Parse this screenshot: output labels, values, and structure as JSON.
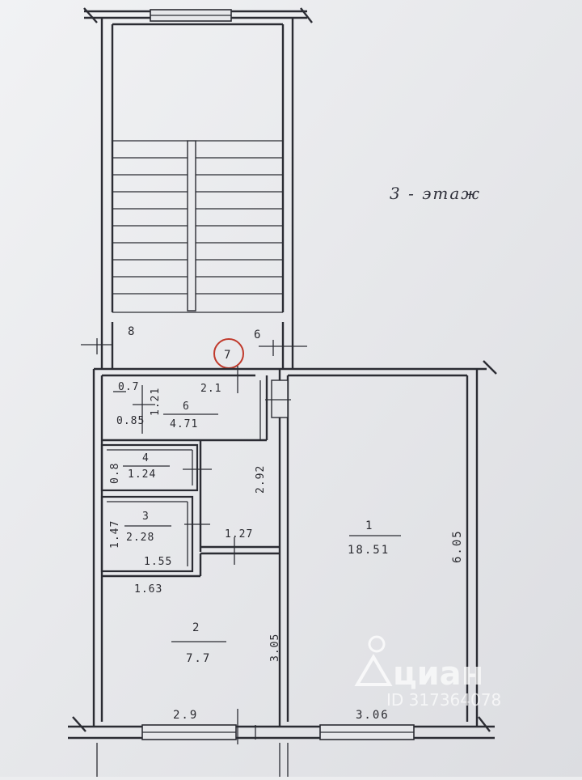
{
  "floor_label": "3 - этаж",
  "stairs": {
    "label_left": "8",
    "label_right": "6"
  },
  "entry_mark": "7",
  "rooms": [
    {
      "num": "1",
      "area": "18.51"
    },
    {
      "num": "2",
      "area": "7.7"
    },
    {
      "num": "3",
      "area": "2.28"
    },
    {
      "num": "4",
      "area": "1.24"
    },
    {
      "num": "6",
      "area": "4.71"
    }
  ],
  "dimensions": {
    "corridor_top": "2.1",
    "corridor_side": "2.92",
    "small_a": "0.7",
    "small_b": "1.21",
    "small_c": "0.85",
    "room4_side": "0.8",
    "room3_side": "1.47",
    "room3_bottom": "1.55",
    "corridor_bottom": "1.27",
    "room2_top": "1.63",
    "room2_side": "3.05",
    "room2_bottom": "2.9",
    "room1_bottom": "3.06",
    "room1_side": "6.05"
  },
  "watermark": {
    "brand": "циан",
    "id": "ID 317364078"
  },
  "colors": {
    "paper": "#ecedef",
    "ink": "#2b2c33",
    "circle": "#c0392b"
  }
}
